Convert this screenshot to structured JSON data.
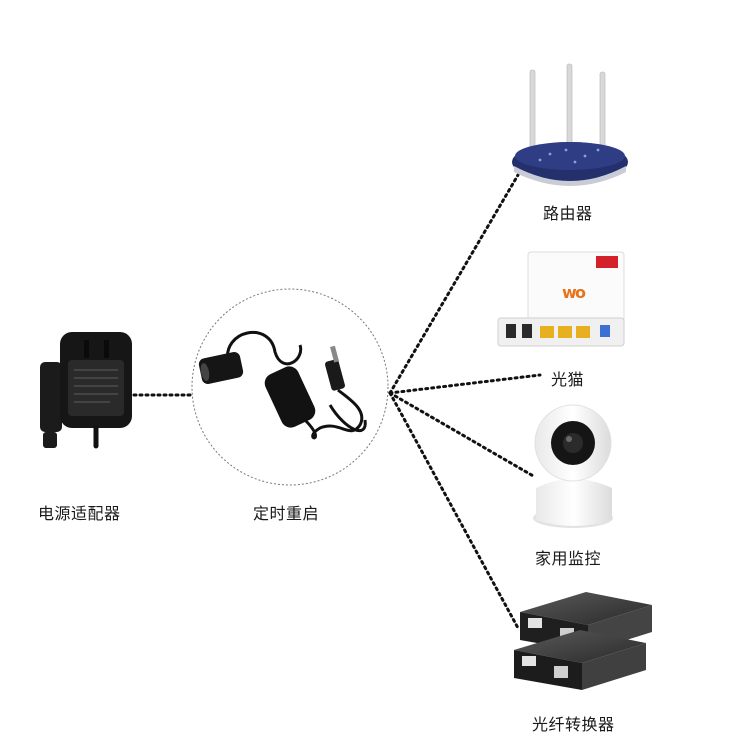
{
  "labels": {
    "adapter": "电源适配器",
    "timer": "定时重启",
    "router": "路由器",
    "modem": "光猫",
    "camera": "家用监控",
    "fiber_converter": "光纤转换器"
  },
  "colors": {
    "connector_line": "#111111",
    "device_dark": "#1b1b1b",
    "router_blue": "#24306b",
    "modem_orange": "#e8731a",
    "brand_red": "#d4202a"
  },
  "icons": {
    "adapter": "power-adapter-icon",
    "timer": "timer-cable-icon",
    "router": "wifi-router-icon",
    "modem": "optical-modem-icon",
    "camera": "security-camera-icon",
    "fiber_converter": "media-converter-icon"
  }
}
